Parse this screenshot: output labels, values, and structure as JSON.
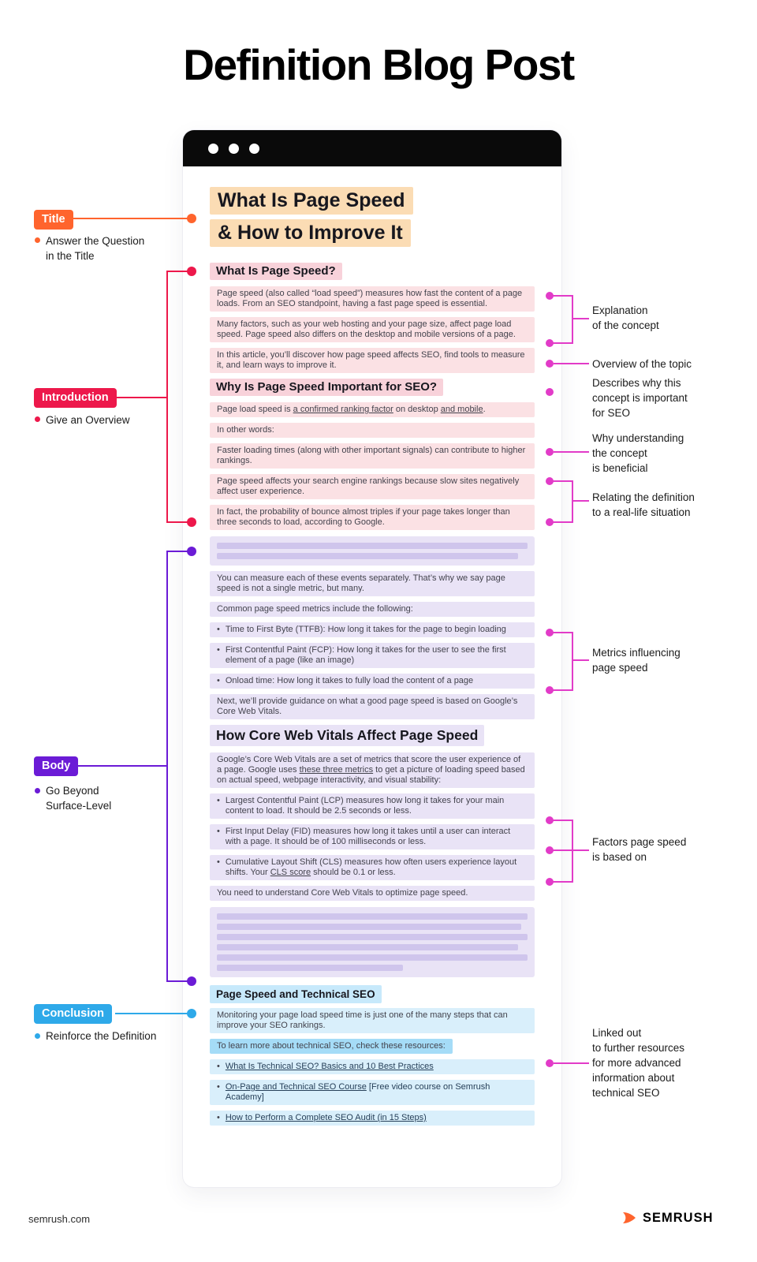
{
  "page": {
    "title": "Definition Blog Post"
  },
  "colors": {
    "orange": "#FF642D",
    "red": "#ED184B",
    "purple": "#6B1BD6",
    "blue": "#2EA9E9",
    "magenta": "#E23BC8",
    "peach": "#FBDCB4",
    "pink": "#FBE1E4",
    "pinkh": "#F8D2DA",
    "lav": "#E9E3F6",
    "lavbar": "#CFC5EC",
    "bluel": "#D9EFFB",
    "blueh": "#C7E9FB",
    "blued": "#A5DCF7"
  },
  "left_annotations": {
    "title": {
      "label": "Title",
      "note": "Answer the Question\nin the Title"
    },
    "introduction": {
      "label": "Introduction",
      "note": "Give an Overview"
    },
    "body": {
      "label": "Body",
      "note": "Go Beyond\nSurface-Level"
    },
    "conclusion": {
      "label": "Conclusion",
      "note": "Reinforce the Definition"
    }
  },
  "right_annotations": {
    "explanation": "Explanation\nof the concept",
    "overview": "Overview of the topic",
    "describes": "Describes why this\nconcept is important\nfor SEO",
    "why": "Why understanding\nthe concept\nis beneficial",
    "relating": "Relating the definition\nto a real-life situation",
    "metrics": "Metrics influencing\npage speed",
    "factors": "Factors page speed\nis based on",
    "linked": "Linked out\nto further resources\nfor more advanced\ninformation about\ntechnical SEO"
  },
  "post": {
    "title_line1": "What Is Page Speed",
    "title_line2": "& How to Improve It",
    "h_what": "What Is Page Speed?",
    "p_intro1": "Page speed (also called “load speed”) measures how fast the content of a page loads. From an SEO standpoint, having a fast page speed is essential.",
    "p_intro2": "Many factors, such as your web hosting and your page size, affect page load speed. Page speed also differs on the desktop and mobile versions of a page.",
    "p_intro3": "In this article, you’ll discover how page speed affects SEO, find tools to measure it, and learn ways to improve it.",
    "h_why": "Why Is Page Speed Important for SEO?",
    "p_ranking_segments": [
      {
        "t": "Page load speed is "
      },
      {
        "t": "a confirmed ranking factor",
        "u": true
      },
      {
        "t": " on desktop "
      },
      {
        "t": "and mobile",
        "u": true
      },
      {
        "t": "."
      }
    ],
    "p_inotherwords": "In other words:",
    "p_faster": "Faster loading times (along with other important signals) can contribute to higher rankings.",
    "p_affects": "Page speed affects your search engine rankings because slow sites negatively affect user experience.",
    "p_bounce": "In fact, the probability of bounce almost triples if your page takes longer than three seconds to load, according to Google.",
    "p_measure": "You can measure each of these events separately. That’s why we say page speed is not a single metric, but many.",
    "p_common": "Common page speed metrics include the following:",
    "bullet_ttfb": "Time to First Byte (TTFB): How long it takes for the page to begin loading",
    "bullet_fcp": "First Contentful Paint (FCP): How long it takes for the user to see the first element of a page (like an image)",
    "bullet_onload": "Onload time: How long it takes to fully load the content of a page",
    "p_next": "Next, we’ll provide guidance on what a good page speed is based on Google’s Core Web Vitals.",
    "h_cwv": "How Core Web Vitals Affect Page Speed",
    "p_cwv_segments": [
      {
        "t": "Google’s Core Web Vitals are a set of metrics that score the user experience of a page. Google uses "
      },
      {
        "t": "these three metrics",
        "u": true
      },
      {
        "t": " to get a picture of loading speed based on actual speed, webpage interactivity, and visual stability:"
      }
    ],
    "bullet_lcp": "Largest Contentful Paint (LCP) measures how long it takes for your main content to load. It should be 2.5 seconds or less.",
    "bullet_fid": "First Input Delay (FID) measures how long it takes until a user can interact with a page. It should be of 100 milliseconds or less.",
    "bullet_cls_segments": [
      {
        "t": "Cumulative Layout Shift (CLS) measures how often users experience layout shifts. Your "
      },
      {
        "t": "CLS score",
        "u": true
      },
      {
        "t": " should be 0.1 or less."
      }
    ],
    "p_understand": "You need to understand Core Web Vitals to optimize page speed.",
    "h_tech": "Page Speed and Technical SEO",
    "p_monitoring": "Monitoring your page load speed time is just one of the many steps that can improve your SEO rankings.",
    "p_learnmore": "To learn more about technical SEO, check these resources:",
    "link_technical_seo_segments": [
      {
        "t": "What Is Technical SEO? Basics and 10 Best Practices",
        "u": true
      }
    ],
    "link_course_segments": [
      {
        "t": "On-Page and Technical SEO Course",
        "u": true
      },
      {
        "t": " [Free video course on Semrush Academy]"
      }
    ],
    "link_audit_segments": [
      {
        "t": "How to Perform a Complete SEO Audit (in 15 Steps)",
        "u": true
      }
    ]
  },
  "footer": {
    "site": "semrush.com",
    "brand": "SEMRUSH"
  }
}
